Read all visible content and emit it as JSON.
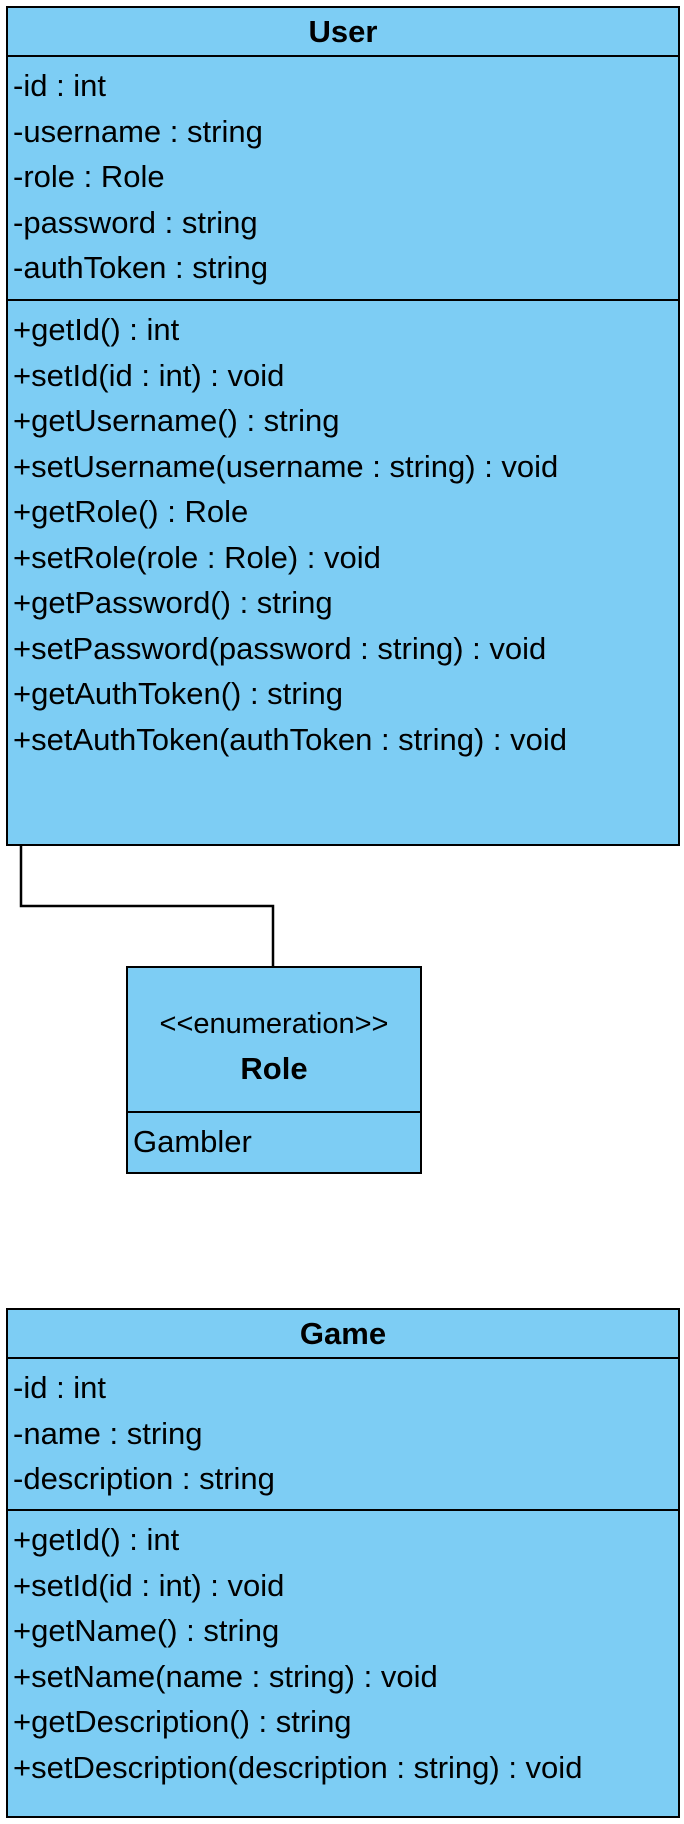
{
  "classes": {
    "user": {
      "name": "User",
      "attributes": [
        "-id : int",
        "-username : string",
        "-role : Role",
        "-password : string",
        "-authToken : string"
      ],
      "methods": [
        "+getId() : int",
        "+setId(id : int) : void",
        "+getUsername() : string",
        "+setUsername(username : string) : void",
        "+getRole() : Role",
        "+setRole(role : Role) : void",
        "+getPassword() : string",
        "+setPassword(password : string) : void",
        "+getAuthToken() : string",
        "+setAuthToken(authToken : string) : void"
      ]
    },
    "role": {
      "stereotype": "<<enumeration>>",
      "name": "Role",
      "literals": [
        "Gambler"
      ]
    },
    "game": {
      "name": "Game",
      "attributes": [
        "-id : int",
        "-name : string",
        "-description : string"
      ],
      "methods": [
        "+getId() : int",
        "+setId(id : int) : void",
        "+getName() : string",
        "+setName(name : string) : void",
        "+getDescription() : string",
        "+setDescription(description : string) : void"
      ]
    }
  },
  "colors": {
    "class_fill": "#7dcdf4",
    "border": "#000000"
  }
}
